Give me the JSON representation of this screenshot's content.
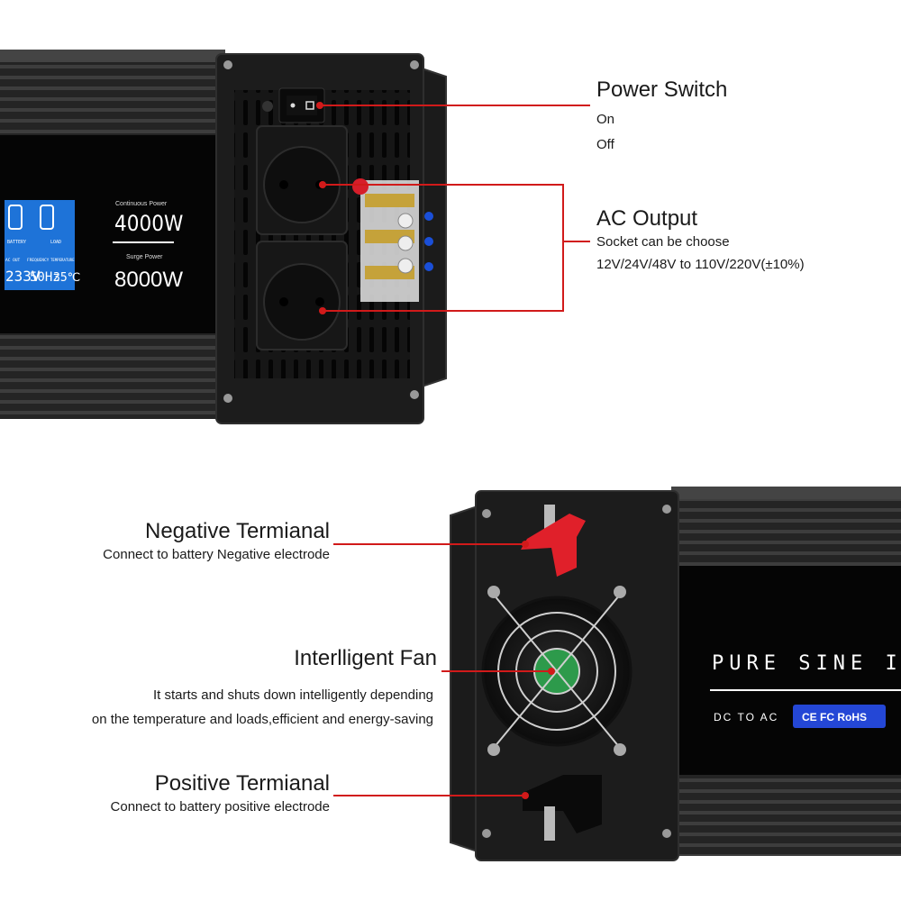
{
  "colors": {
    "leader_line": "#d11a1a",
    "body": "#1f1f1f",
    "lcd": "#1e73d8",
    "terminal": "#e0202a"
  },
  "top_panel": {
    "power_switch": {
      "title": "Power Switch",
      "on": "On",
      "off": "Off"
    },
    "ac_output": {
      "title": "AC Output",
      "line1": "Socket can be choose",
      "line2": "12V/24V/48V to 110V/220V(±10%)"
    },
    "label_panel": {
      "continuous_label": "Continuous Power",
      "continuous_value": "4000W",
      "surge_label": "Surge Power",
      "surge_value": "8000W"
    },
    "lcd": {
      "battery_label": "BATTERY",
      "load_label": "LOAD",
      "ac_out_label": "AC OUT",
      "frequency_label": "FREQUENCY",
      "temperature_label": "TEMPERATURE",
      "ac_out_value": "233V",
      "frequency_value": "50Hz",
      "temperature_value": "35℃"
    }
  },
  "bottom_panel": {
    "negative": {
      "title": "Negative Termianal",
      "desc": "Connect to battery Negative electrode"
    },
    "fan": {
      "title": "Interlligent Fan",
      "desc1": "It starts and shuts down intelligently depending",
      "desc2": "on the temperature and loads,efficient and energy-saving"
    },
    "positive": {
      "title": "Positive Termianal",
      "desc": "Connect to battery positive electrode"
    },
    "side_label": {
      "title": "PURE SINE INVE",
      "sub": "DC TO AC",
      "certs": "CE FC RoHS"
    }
  },
  "icons": [
    "power-switch-icon",
    "socket-icon",
    "fan-icon",
    "screw-icon",
    "terminal-cap-icon"
  ]
}
